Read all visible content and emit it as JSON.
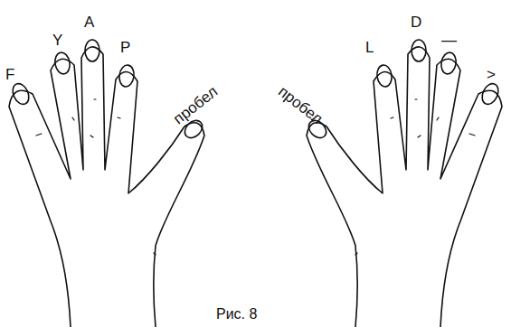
{
  "diagram": {
    "caption": "Рис. 8",
    "labels": [
      "F",
      "Y",
      "A",
      "P",
      "пробел",
      "пробел",
      "L",
      "D",
      "—",
      ">"
    ]
  }
}
